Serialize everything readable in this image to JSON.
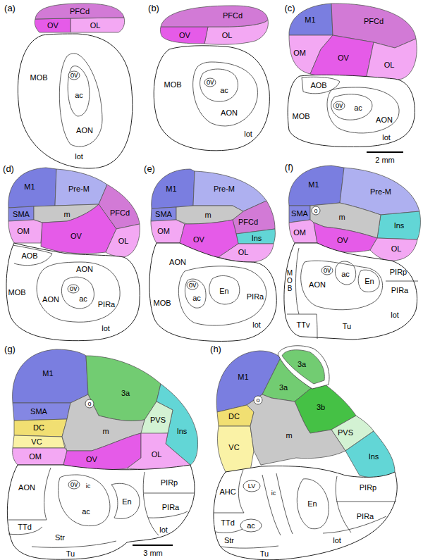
{
  "diagram": {
    "labels": [
      "(a)",
      "PFCd",
      "OV",
      "OL",
      "MOB",
      "ov",
      "ac",
      "AON",
      "lot",
      "(b)",
      "PFCd",
      "OV",
      "OL",
      "MOB",
      "ov",
      "ac",
      "AON",
      "lot",
      "(c)",
      "M1",
      "PFCd",
      "OM",
      "OV",
      "OL",
      "AOB",
      "MOB",
      "ov",
      "ac",
      "AON",
      "lot",
      "2 mm",
      "(d)",
      "M1",
      "Pre-M",
      "SMA",
      "m",
      "PFCd",
      "OM",
      "OV",
      "OL",
      "AOB",
      "AON",
      "MOB",
      "ov",
      "ac",
      "AON",
      "PIRa",
      "lot",
      "(e)",
      "M1",
      "Pre-M",
      "SMA",
      "m",
      "PFCd",
      "OM",
      "OV",
      "Ins",
      "OL",
      "AON",
      "ov",
      "En",
      "PIRa",
      "ac",
      "MOB",
      "lot",
      "(f)",
      "M1",
      "Pre-M",
      "SMA",
      "o",
      "m",
      "Ins",
      "OM",
      "OV",
      "OL",
      "ov",
      "ac",
      "PIRp",
      "MOB",
      "En",
      "AON",
      "PIRa",
      "lot",
      "TTv",
      "Tu",
      "(g)",
      "M1",
      "3a",
      "o",
      "SMA",
      "PVS",
      "DC",
      "m",
      "Ins",
      "VC",
      "OL",
      "OM",
      "OV",
      "PIRp",
      "ov",
      "ic",
      "AON",
      "En",
      "PIRa",
      "ac",
      "TTd",
      "lot",
      "Str",
      "Tu",
      "3 mm",
      "(h)",
      "3a",
      "M1",
      "3a",
      "o",
      "3b",
      "DC",
      "PVS",
      "m",
      "VC",
      "Ins",
      "LV",
      "PIRp",
      "AHC",
      "ic",
      "En",
      "PIRa",
      "TTd",
      "ac",
      "Str",
      "lot",
      "Tu"
    ]
  }
}
